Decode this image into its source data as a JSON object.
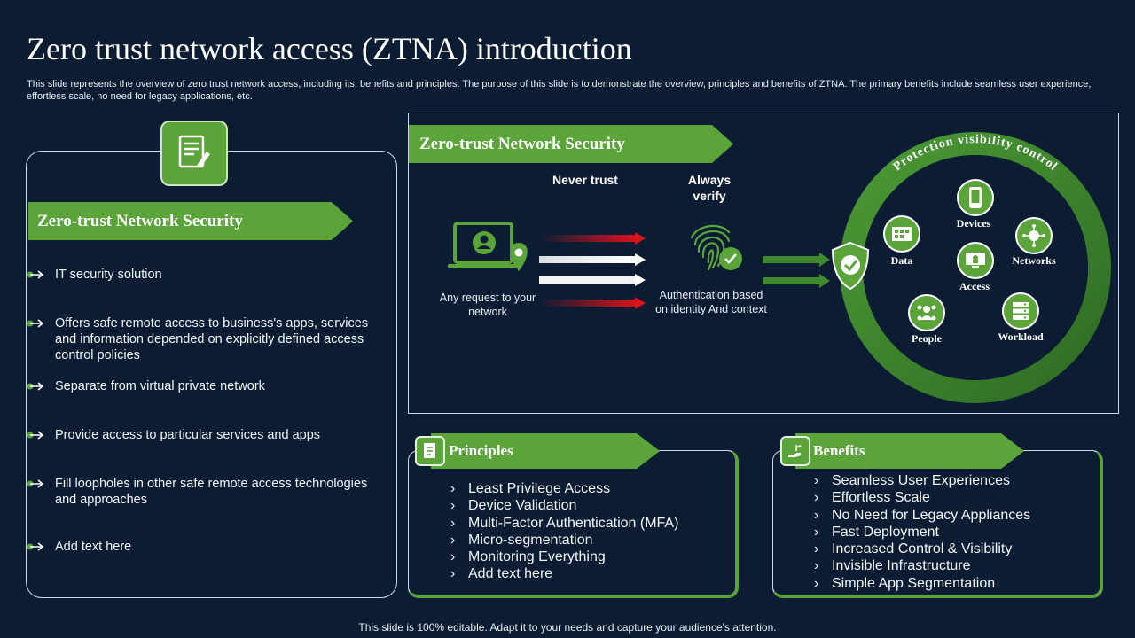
{
  "title": "Zero trust network access (ZTNA) introduction",
  "description": "This slide represents the overview of zero trust network access, including its, benefits and principles. The purpose of this slide is to demonstrate the overview, principles and benefits of ZTNA. The primary benefits include seamless user experience, effortless scale, no need for legacy applications, etc.",
  "left": {
    "banner": "Zero-trust Network Security",
    "items": [
      "IT security solution",
      "Offers safe remote access to business's apps, services and information depended on explicitly defined access control policies",
      "Separate from virtual private network",
      "Provide access to particular services and apps",
      "Fill loopholes in other safe remote access technologies and approaches",
      "Add text here"
    ]
  },
  "diagram": {
    "banner": "Zero-trust Network Security",
    "never_trust": "Never trust",
    "always_verify": "Always verify",
    "request_label": "Any request to your network",
    "auth_label": "Authentication based on identity And context",
    "ring_label": "Protection visibility control",
    "nodes": {
      "devices": "Devices",
      "data": "Data",
      "networks": "Networks",
      "access": "Access",
      "people": "People",
      "workload": "Workload"
    },
    "colors": {
      "accent": "#5aa43a",
      "red": "#d9141b",
      "ring": "#3f8a2e"
    }
  },
  "principles": {
    "title": "Principles",
    "items": [
      "Least Privilege Access",
      "Device Validation",
      "Multi-Factor Authentication (MFA)",
      "Micro-segmentation",
      "Monitoring Everything",
      "Add text here"
    ]
  },
  "benefits": {
    "title": "Benefits",
    "items": [
      "Seamless User Experiences",
      "Effortless Scale",
      "No Need for Legacy Appliances",
      "Fast Deployment",
      "Increased Control & Visibility",
      "Invisible Infrastructure",
      "Simple App Segmentation"
    ]
  },
  "footer": "This slide is 100% editable. Adapt it to your needs and capture your audience's attention."
}
